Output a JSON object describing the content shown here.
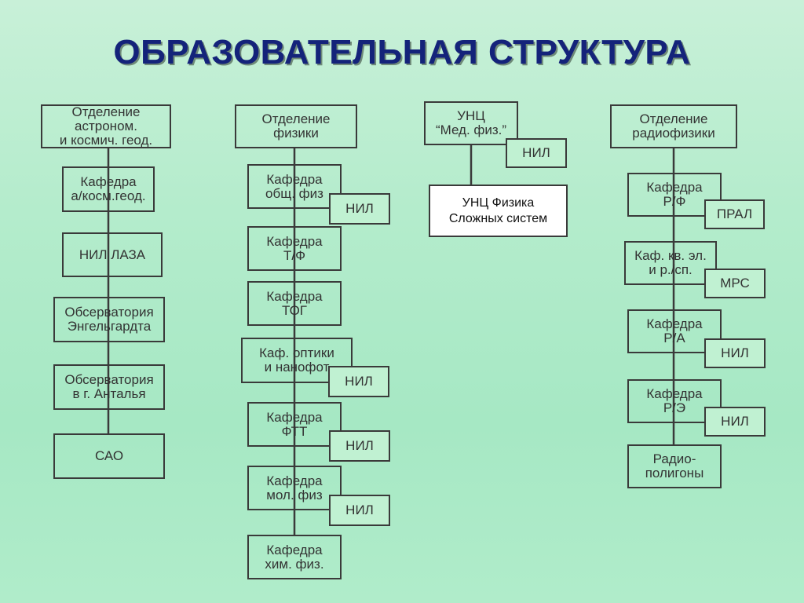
{
  "title": "ОБРАЗОВАТЕЛЬНАЯ СТРУКТУРА",
  "col1": {
    "head": "Отделение\nастроном.\nи космич. геод.",
    "items": [
      "Кафедра\nа/косм.геод.",
      "НИЛ ЛАЗА",
      "Обсерватория\nЭнгельгардта",
      "Обсерватория\nв г. Анталья",
      "САО"
    ]
  },
  "col2": {
    "head": "Отделение\nфизики",
    "items": [
      "Кафедра\nобщ. физ",
      "Кафедра\nТ/Ф",
      "Кафедра\nТОГ",
      "Каф. оптики\nи нанофот",
      "Кафедра\nФТТ",
      "Кафедра\nмол. физ",
      "Кафедра\nхим. физ."
    ],
    "nil": [
      "НИЛ",
      "НИЛ",
      "НИЛ",
      "НИЛ"
    ]
  },
  "col3": {
    "head": "УНЦ\n“Мед. физ.”",
    "nil": "НИЛ",
    "complex": "УНЦ Физика\nСложных систем"
  },
  "col4": {
    "head": "Отделение\nрадиофизики",
    "items": [
      "Кафедра\nР/Ф",
      "Каф. кв. эл.\nи р./сп.",
      "Кафедра\nР/А",
      "Кафедра\nР/Э",
      "Радио-\nполигоны"
    ],
    "side": [
      "ПРАЛ",
      "МРС",
      "НИЛ",
      "НИЛ"
    ]
  },
  "colors": {
    "title": "#14237a",
    "border": "#3a3a3a",
    "text": "#333333"
  }
}
